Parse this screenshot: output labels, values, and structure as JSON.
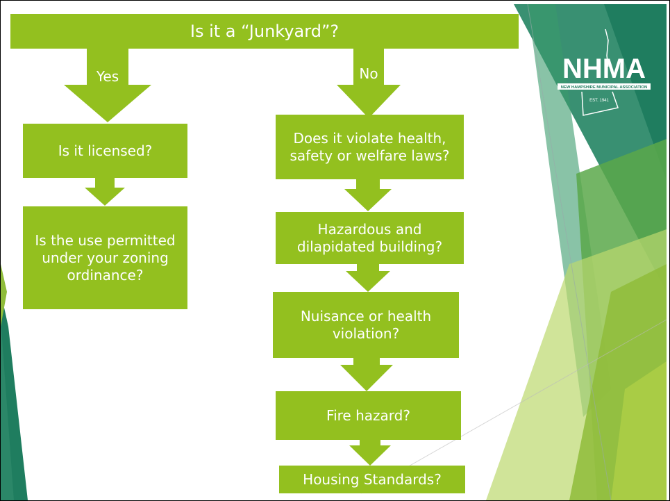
{
  "title": "Is it a “Junkyard”?",
  "branch_yes": "Yes",
  "branch_no": "No",
  "left_steps": [
    "Is it licensed?",
    "Is the use permitted under your zoning ordinance?"
  ],
  "right_steps": [
    "Does it violate health, safety or welfare laws?",
    "Hazardous and dilapidated building?",
    "Nuisance or health violation?",
    "Fire hazard?",
    "Housing Standards?"
  ],
  "logo": {
    "name": "NHMA",
    "subtitle": "NEW HAMPSHIRE MUNICIPAL ASSOCIATION",
    "est": "EST. 1941"
  },
  "colors": {
    "box": "#93c01f",
    "dark_green": "#1a7a5e",
    "light_green": "#c8dd8a"
  }
}
